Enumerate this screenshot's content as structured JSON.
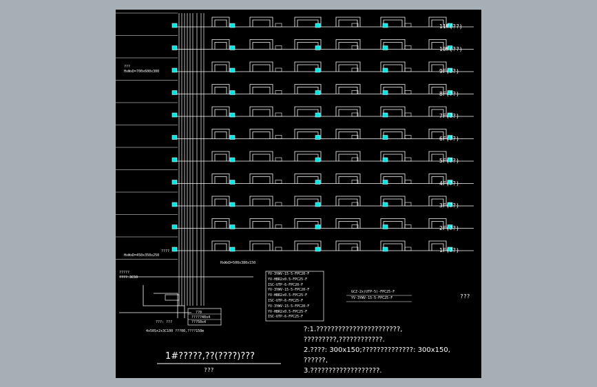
{
  "floors": [
    "11F(??)",
    "10F(??)",
    "9F(??)",
    "8F(??)",
    "7F(??)",
    "6F(??)",
    "5F(??)",
    "4F(??)",
    "3F(??)",
    "2F(??)",
    "1F(??)"
  ],
  "side_labels": {
    "riser_top_1": "???",
    "riser_top_2": "HxWxD=700x600x300",
    "entry_1": "????",
    "entry_2": "HxWxD=450x350x250",
    "box_label": "HxWxD=500x380x150",
    "incoming_1": "?????",
    "incoming_2": "???? 3C50",
    "ground_1": "???: ???",
    "ground_2": "4x50S+2x3C100 ???00,????150m",
    "legend_1": "??0",
    "legend_2": "?????40x4",
    "legend_3": "???50x4",
    "far_note": "???"
  },
  "cable_table": [
    "YV-3YWV-15-5-FPC20-F",
    "YV-HBR2x0.5-FPC25-F",
    "ISC-UTP-6-FPC20-F",
    "YV-3YWV-15-5-FPC20-F",
    "YV-HBR2x0.5-FPC25-F",
    "ISC-UTP-6-FPC25-F",
    "YV-3YWV-15-5-FPC20-F",
    "YV-HBR2x0.5-FPC25-F",
    "ISC-UTP-6-FPC25-F"
  ],
  "cable_table_right": [
    "GCZ-2x(UTP-5)-FPC25-F",
    "YV-3YWV-15-5-FPC25-F"
  ],
  "notes": [
    "?:1.???????????????????????,",
    "?????????,????????????.",
    "2.????: 300x150;??????????????: 300x150,",
    "??????,",
    "3.???????????????????."
  ],
  "title": "1#?????,??(????)???",
  "subtitle": "???",
  "colors": {
    "sheet": "#000000",
    "frame": "#a7afb6",
    "line": "#ffffff",
    "accent": "#00e5e5"
  }
}
